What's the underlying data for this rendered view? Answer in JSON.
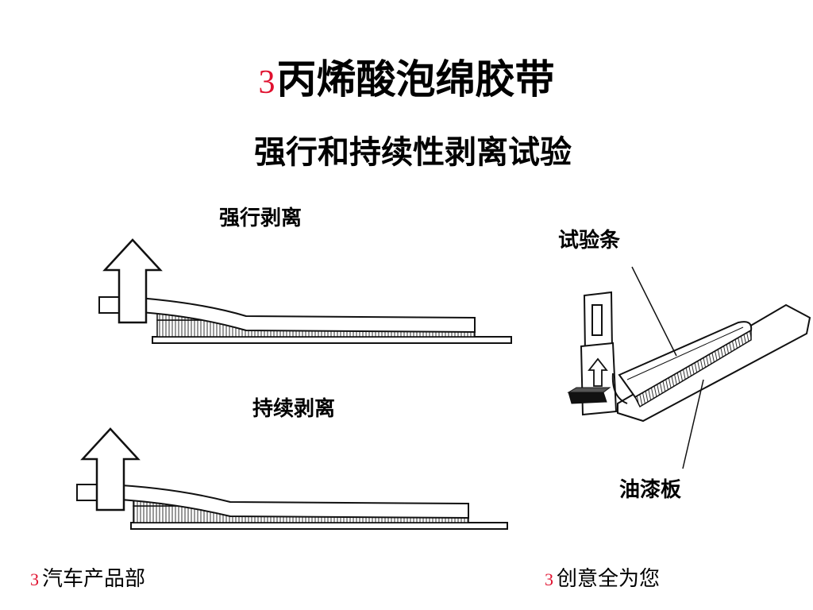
{
  "slide": {
    "title_number": "3",
    "title_text": "丙烯酸泡绵胶带",
    "subtitle": "强行和持续性剥离试验"
  },
  "labels": {
    "forced_peel": "强行剥离",
    "sustained_peel": "持续剥离",
    "test_strip": "试验条",
    "paint_panel": "油漆板"
  },
  "footer": {
    "left_number": "3",
    "left_text": "汽车产品部",
    "right_number": "3",
    "right_text": "创意全为您"
  }
}
